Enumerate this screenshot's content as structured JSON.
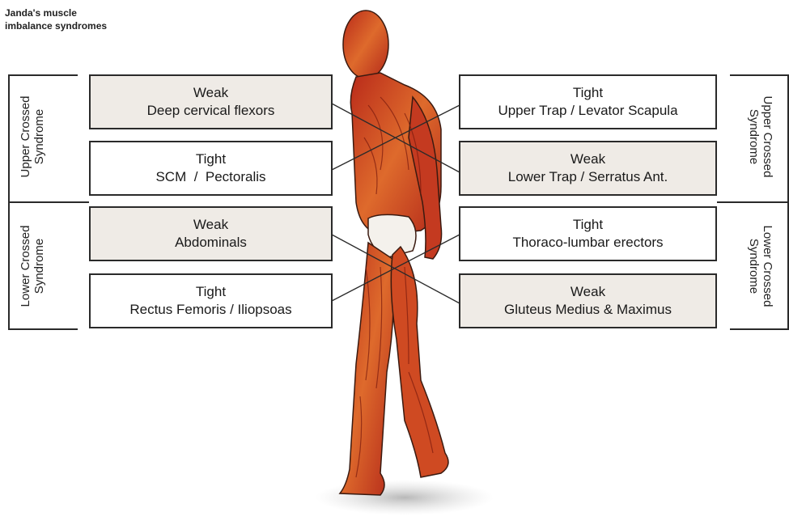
{
  "title": {
    "line1": "Janda's muscle",
    "line2": "imbalance syndromes"
  },
  "left_boxes": [
    {
      "status": "Weak",
      "muscles": "Deep cervical flexors"
    },
    {
      "status": "Tight",
      "muscles": "SCM  /  Pectoralis"
    },
    {
      "status": "Weak",
      "muscles": "Abdominals"
    },
    {
      "status": "Tight",
      "muscles": "Rectus Femoris / Iliopsoas"
    }
  ],
  "right_boxes": [
    {
      "status": "Tight",
      "muscles": "Upper Trap / Levator Scapula"
    },
    {
      "status": "Weak",
      "muscles": "Lower Trap / Serratus Ant."
    },
    {
      "status": "Tight",
      "muscles": "Thoraco-lumbar erectors"
    },
    {
      "status": "Weak",
      "muscles": "Gluteus Medius & Maximus"
    }
  ],
  "syndromes": {
    "upper": {
      "line1": "Upper Crossed",
      "line2": "Syndrome"
    },
    "lower": {
      "line1": "Lower Crossed",
      "line2": "Syndrome"
    }
  },
  "colors": {
    "weak_box": "#efebe6",
    "tight_box": "#ffffff",
    "muscle_red": "#c8321e",
    "muscle_orange": "#e07a32",
    "outline": "#2a2a2a"
  }
}
